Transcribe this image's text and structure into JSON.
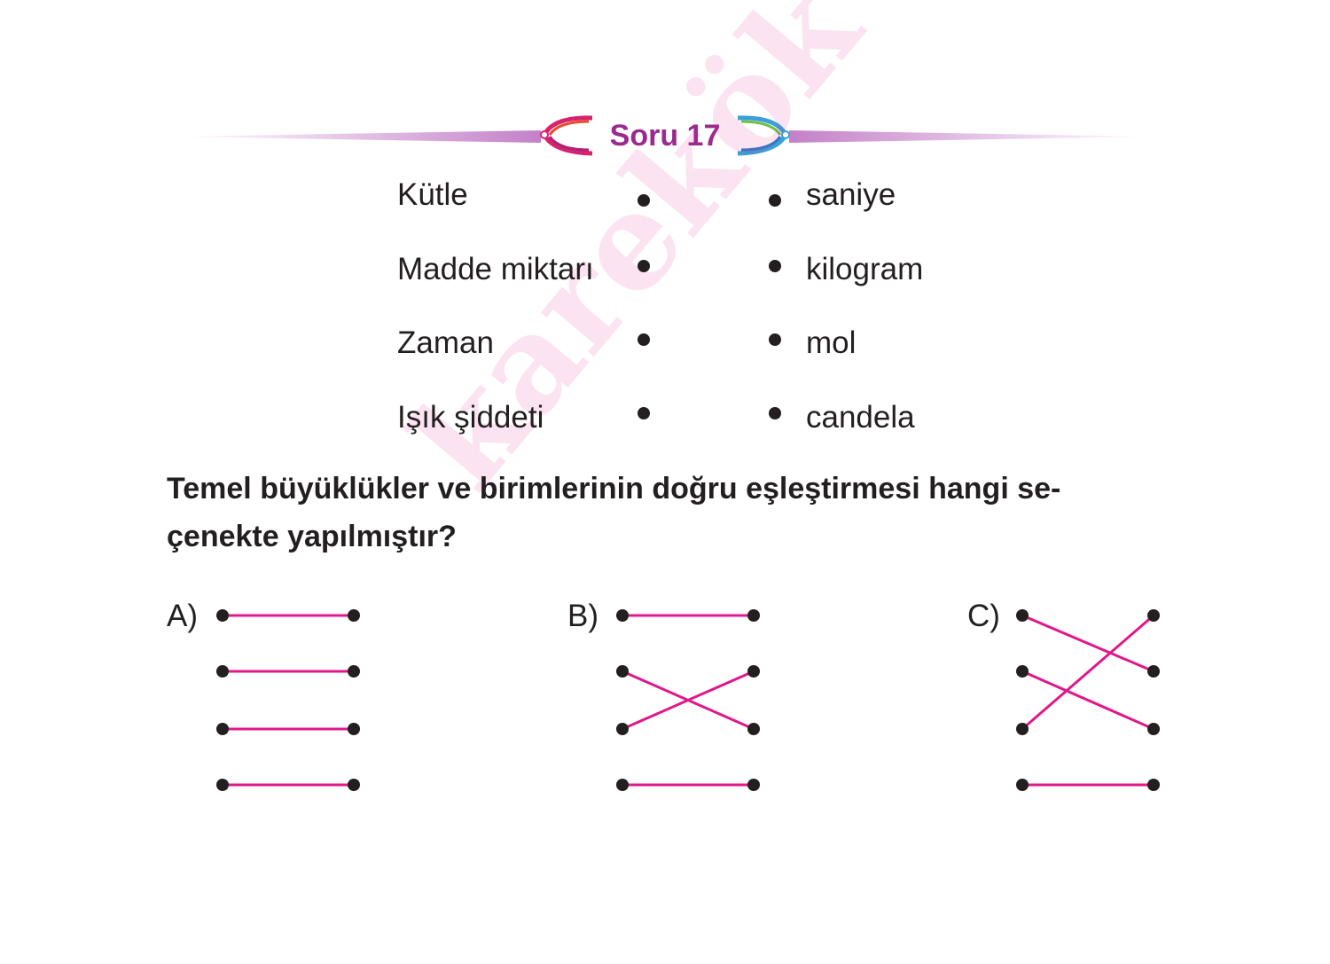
{
  "header": {
    "title": "Soru 17"
  },
  "matching": {
    "quantities": [
      "Kütle",
      "Madde miktarı",
      "Zaman",
      "Işık şiddeti"
    ],
    "units": [
      "saniye",
      "kilogram",
      "mol",
      "candela"
    ]
  },
  "question": {
    "text": "Temel büyüklükler ve birimlerinin doğru eşleştirmesi hangi se-çenekte yapılmıştır?"
  },
  "options": [
    {
      "label": "A)",
      "pairs": [
        [
          1,
          1
        ],
        [
          2,
          2
        ],
        [
          3,
          3
        ],
        [
          4,
          4
        ]
      ]
    },
    {
      "label": "B)",
      "pairs": [
        [
          1,
          1
        ],
        [
          2,
          3
        ],
        [
          3,
          2
        ],
        [
          4,
          4
        ]
      ]
    },
    {
      "label": "C)",
      "pairs": [
        [
          1,
          2
        ],
        [
          2,
          3
        ],
        [
          3,
          1
        ],
        [
          4,
          4
        ]
      ]
    }
  ],
  "watermark": "karekök",
  "colors": {
    "title": "#9b2a8f",
    "line": "#e0188a",
    "dot": "#231f20"
  }
}
